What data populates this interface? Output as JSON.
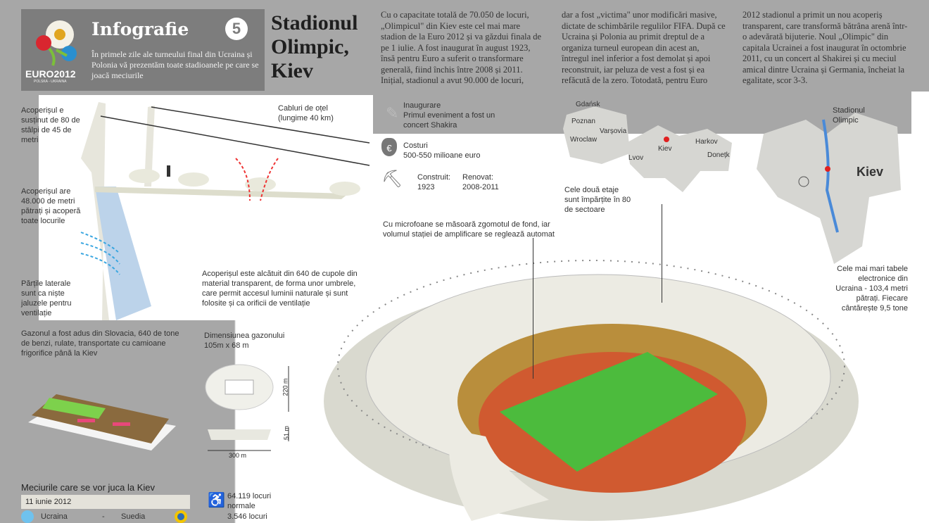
{
  "header": {
    "logo_text": "EURO2012",
    "logo_sub": "POLSKA - UKRAINA",
    "label": "Infografie",
    "number": "5",
    "intro": "În primele zile ale turneului final din Ucraina și Polonia vă prezentăm toate stadioanele pe care se joacă meciurile"
  },
  "title": [
    "Stadionul",
    "Olimpic,",
    "Kiev"
  ],
  "article": {
    "col1": "Cu o capacitate totală de 70.050 de locuri, „Olimpicul\" din Kiev este cel mai mare stadion de la Euro 2012 și va găzdui finala de pe 1 iulie. A fost inaugurat în august 1923, însă pentru Euro a suferit o transformare generală, fiind închis între 2008 și 2011. Inițial, stadionul a avut 90.000 de locuri,",
    "col2": "dar a fost „victima\" unor modificări masive, dictate de schimbările regulilor FIFA. După ce Ucraina și Polonia au primit dreptul de a organiza turneul european din acest an, întregul inel inferior a fost demolat și apoi reconstruit, iar peluza de vest a fost și ea refăcută de la zero. Totodată, pentru Euro",
    "col3": "2012 stadionul a primit un nou acoperiș transparent, care transformă bătrâna arenă într-o adevărată bijuterie. Noul „Olimpic\" din capitala Ucrainei a fost inaugurat în octombrie 2011, cu un concert al Shakirei și cu meciul amical dintre Ucraina și Germania, încheiat la egalitate, scor 3-3."
  },
  "roof_diagram": {
    "pillars": "Acoperișul e susținut de 80 de stâlpi de 45 de metri",
    "cables": "Cabluri de oțel (lungime 40 km)",
    "area": "Acoperișul are 48.000 de metri pătrați și acoperă toate locurile",
    "sides": "Părțile laterale sunt ca niște jaluzele pentru ventilație",
    "domes": "Acoperișul este alcătuit din 640 de cupole din material transparent, de forma unor umbrele, care permit accesul luminii naturale și sunt folosite și ca orificii de ventilație"
  },
  "facts": {
    "inauguration_title": "Inaugurare",
    "inauguration_text": "Primul eveniment a fost un concert Shakira",
    "cost_title": "Costuri",
    "cost_text": "500-550 milioane euro",
    "built_label": "Construit:",
    "built_year": "1923",
    "renovated_label": "Renovat:",
    "renovated_years": "2008-2011"
  },
  "map": {
    "cities": [
      "Gdańsk",
      "Poznan",
      "Varșovia",
      "Wroclaw",
      "Kiev",
      "Harkov",
      "Lvov",
      "Donețk"
    ],
    "highlight_color": "#e02020"
  },
  "city_map": {
    "label": "Kiev",
    "stadium_label": "Stadionul Olimpic"
  },
  "stadium_labels": {
    "sectors": "Cele două etaje sunt împărțite în 80 de sectoare",
    "microphones": "Cu microfoane se măsoară zgomotul de fond, iar volumul stației de amplificare se reglează automat",
    "screens": "Cele mai mari tabele electronice din Ucraina - 103,4 metri pătrați. Fiecare cântărește 9,5 tone"
  },
  "turf": {
    "text": "Gazonul a fost adus din Slovacia, 640 de tone de benzi, rulate, transportate cu camioane frigorifice până la Kiev"
  },
  "dimensions": {
    "title": "Dimensiunea gazonului",
    "value": "105m x 68 m",
    "width": "220 m",
    "height": "51 m",
    "length": "300 m"
  },
  "seats": {
    "normal": "64.119 locuri normale",
    "other": "3.546 locuri"
  },
  "matches": {
    "title": "Meciurile care se vor juca la Kiev",
    "date": "11 iunie 2012",
    "home": "Ucraina",
    "sep": "-",
    "away": "Suedia"
  }
}
